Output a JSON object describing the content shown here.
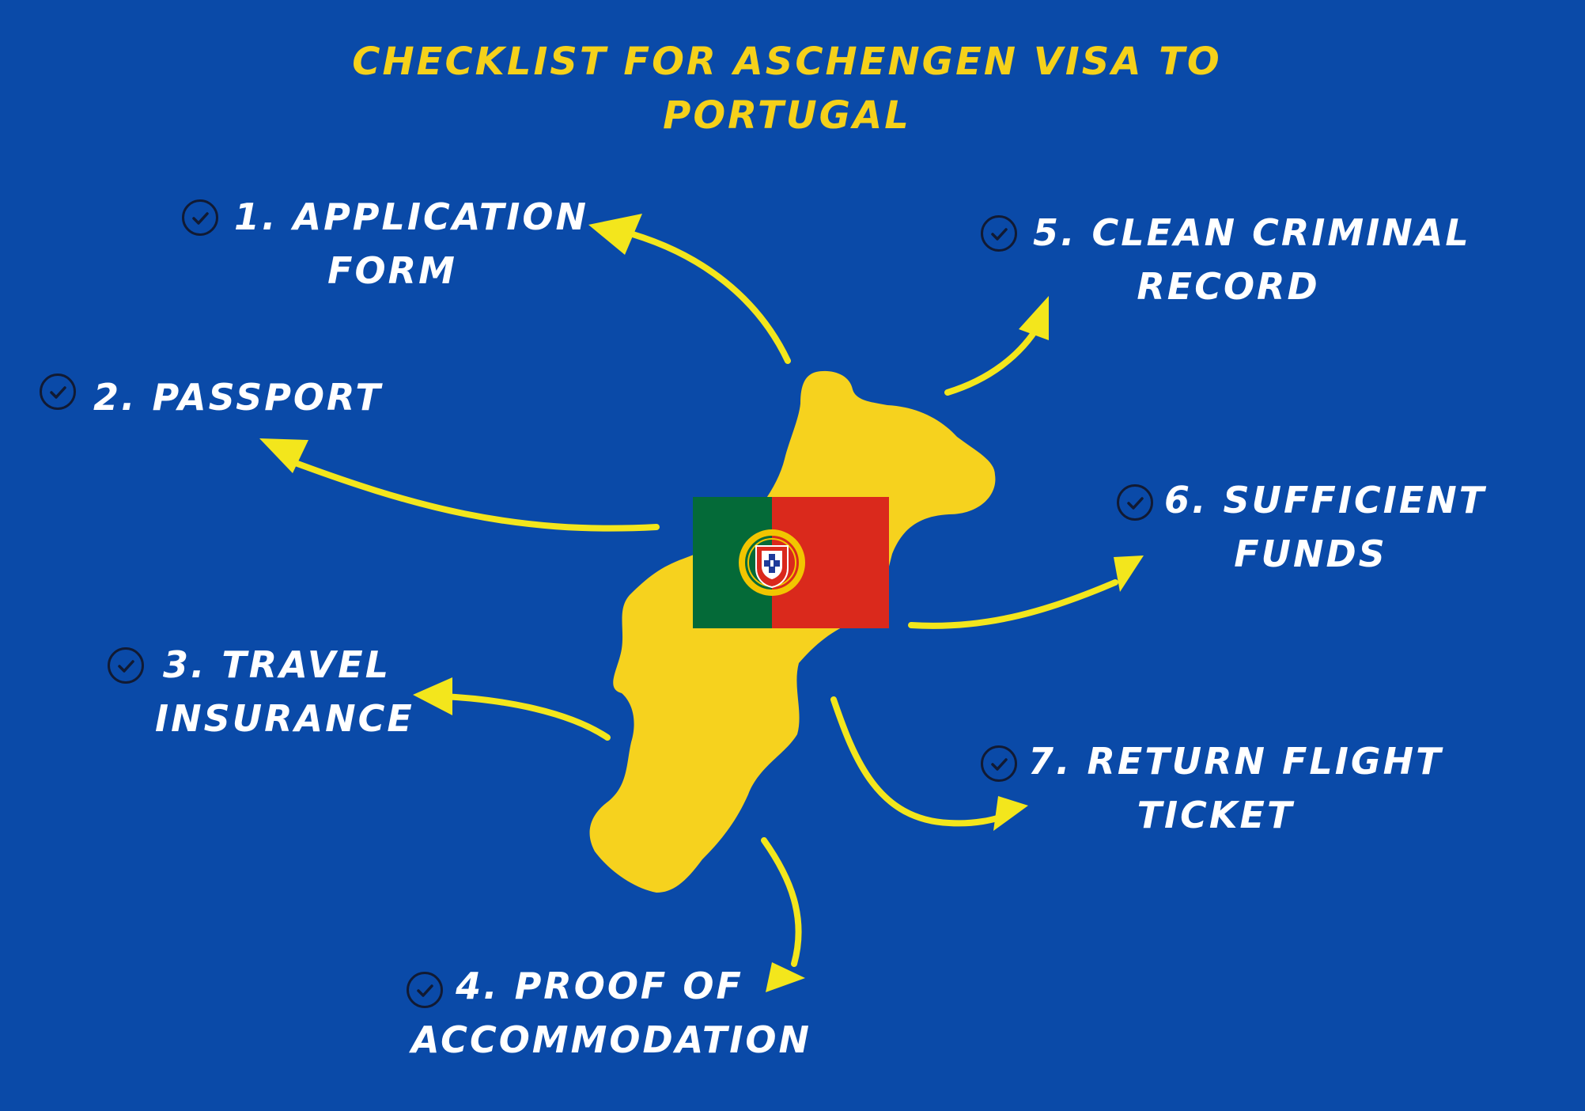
{
  "title": {
    "line1": "CHECKLIST FOR ASCHENGEN VISA TO",
    "line2": "PORTUGAL"
  },
  "items": [
    {
      "line1": "1. APPLICATION",
      "line2": "FORM"
    },
    {
      "line1": "2. PASSPORT",
      "line2": ""
    },
    {
      "line1": "3. TRAVEL",
      "line2": "INSURANCE"
    },
    {
      "line1": "4. PROOF OF",
      "line2": "ACCOMMODATION"
    },
    {
      "line1": "5. CLEAN CRIMINAL",
      "line2": "RECORD"
    },
    {
      "line1": "6. SUFFICIENT",
      "line2": "FUNDS"
    },
    {
      "line1": "7. RETURN FLIGHT",
      "line2": "TICKET"
    }
  ],
  "colors": {
    "background": "#0a4aa8",
    "title": "#f5d11a",
    "map": "#f6d21e",
    "arrow": "#f3e61c",
    "text": "#ffffff"
  },
  "icons": {
    "check": "check-circle-icon",
    "map": "portugal-map",
    "flag": "portugal-flag"
  }
}
